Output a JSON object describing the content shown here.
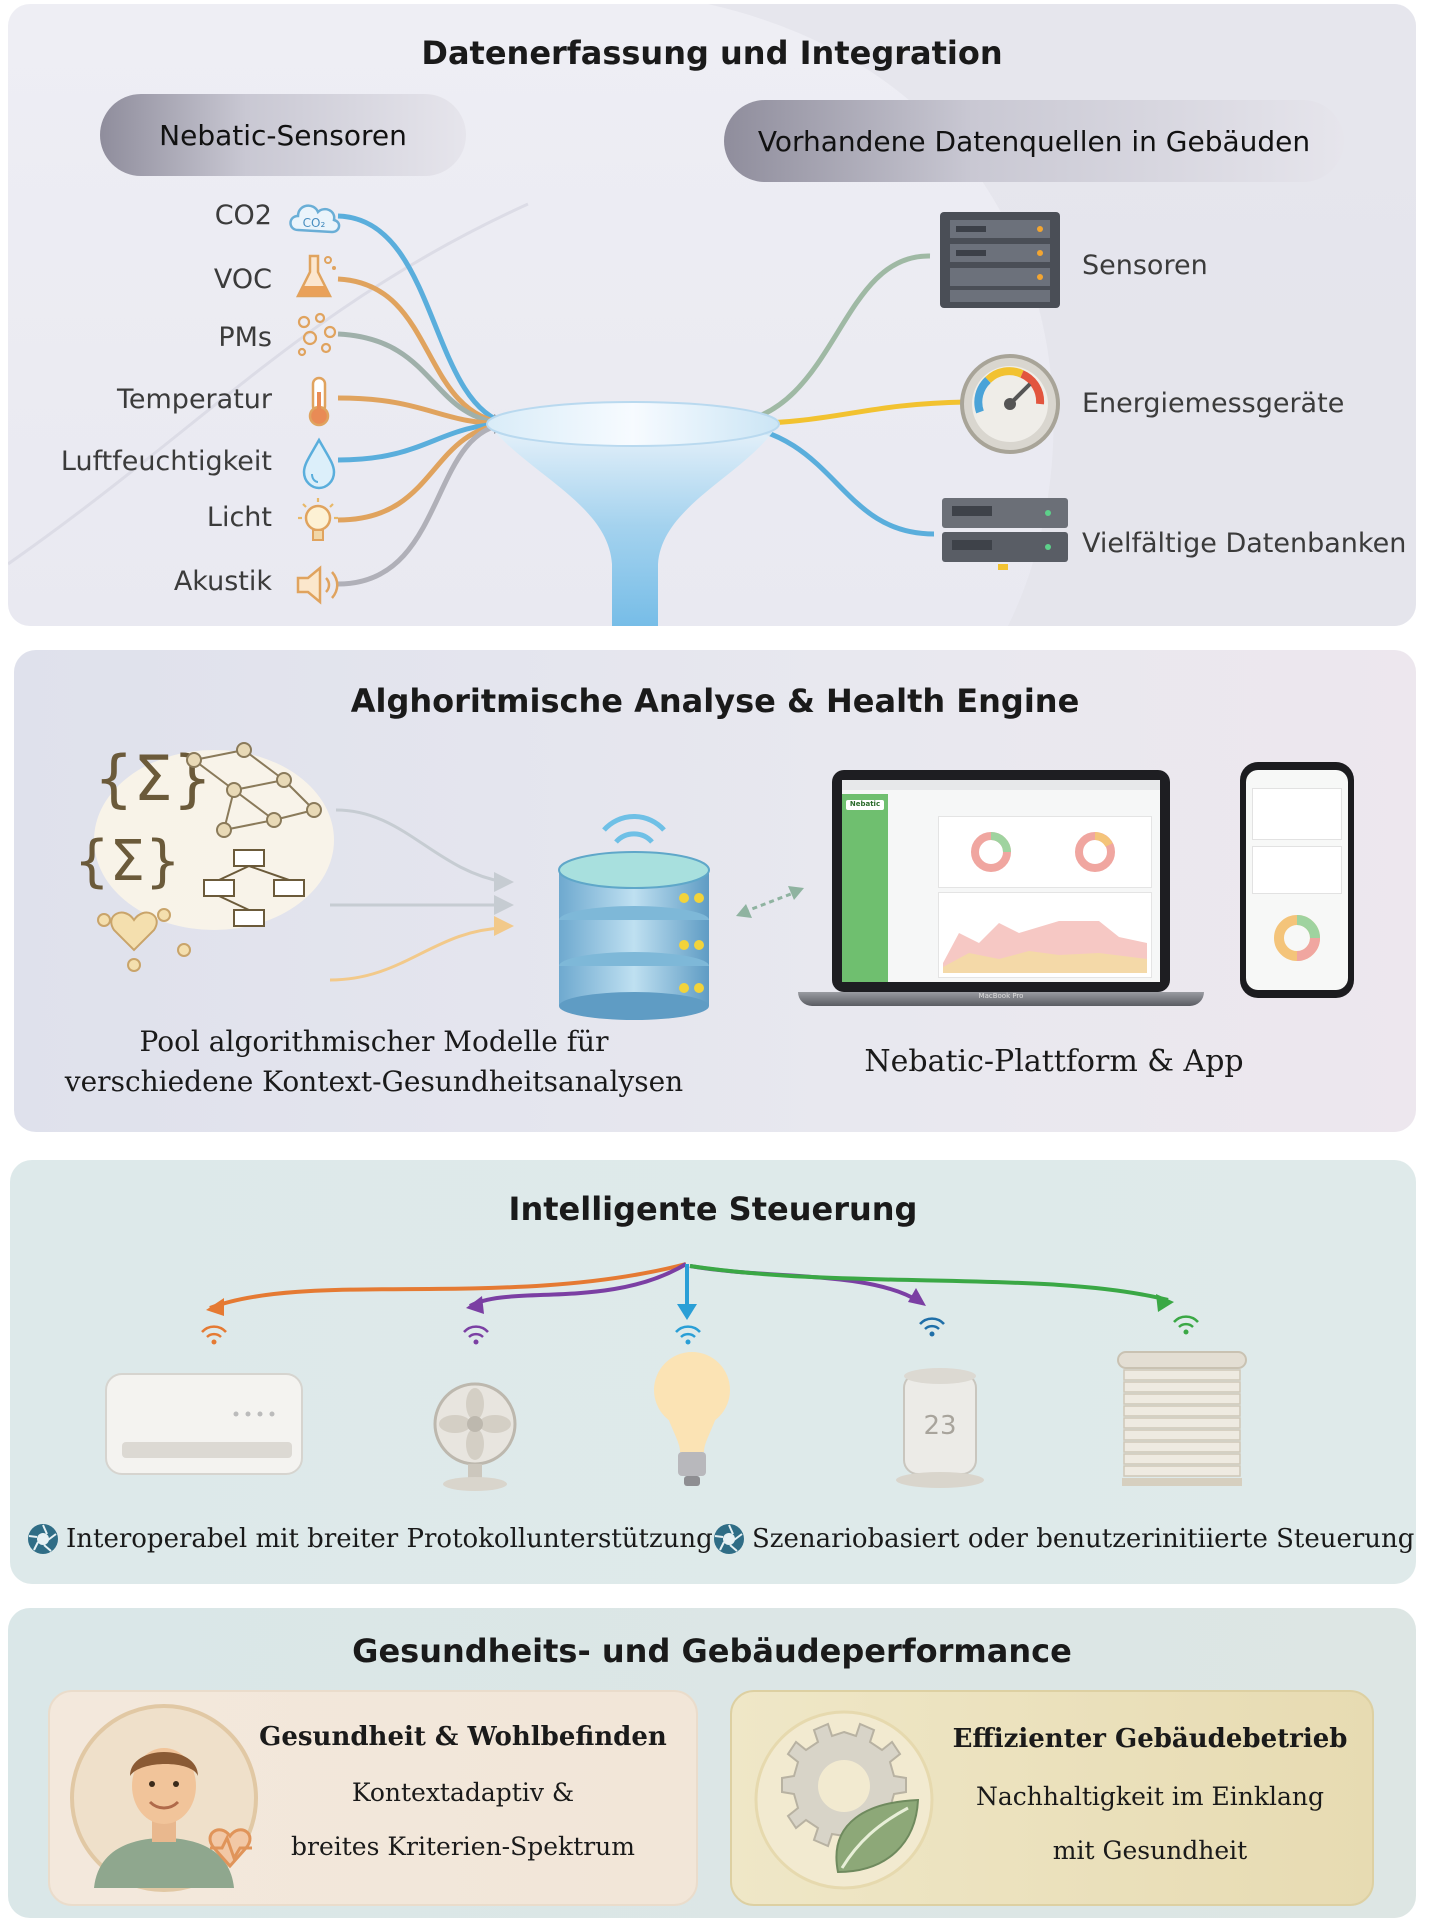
{
  "section1": {
    "title": "Datenerfassung und Integration",
    "left_pill": "Nebatic-Sensoren",
    "right_pill": "Vorhandene Datenquellen in Gebäuden",
    "sensors": [
      {
        "label": "CO2",
        "icon": "cloud-co2-icon",
        "color": "#5aaedc",
        "icon_text": "CO₂"
      },
      {
        "label": "VOC",
        "icon": "flask-icon",
        "color": "#e0a35e"
      },
      {
        "label": "PMs",
        "icon": "particles-icon",
        "color": "#9fb0aa"
      },
      {
        "label": "Temperatur",
        "icon": "thermometer-icon",
        "color": "#e0a35e"
      },
      {
        "label": "Luftfeuchtigkeit",
        "icon": "water-drop-icon",
        "color": "#5aaedc"
      },
      {
        "label": "Licht",
        "icon": "lightbulb-icon",
        "color": "#e0a35e"
      },
      {
        "label": "Akustik",
        "icon": "speaker-icon",
        "color": "#b0b0b8"
      }
    ],
    "sources": [
      {
        "label": "Sensoren",
        "icon": "server-rack-icon",
        "color": "#9fb9a4"
      },
      {
        "label": "Energiemessgeräte",
        "icon": "energy-meter-icon",
        "color": "#f2c230"
      },
      {
        "label": "Vielfältige Datenbanken",
        "icon": "database-rack-icon",
        "color": "#5aaedc"
      }
    ]
  },
  "section2": {
    "title": "Alghoritmische Analyse & Health Engine",
    "models_caption_line1": "Pool algorithmischer Modelle für",
    "models_caption_line2": "verschiedene Kontext-Gesundheitsanalysen",
    "platform_caption": "Nebatic-Plattform & App",
    "laptop_brand": "Nebatic",
    "laptop_footer": "MacBook Pro"
  },
  "section3": {
    "title": "Intelligente Steuerung",
    "devices": [
      {
        "name": "air-conditioner",
        "color": "#e57a33"
      },
      {
        "name": "fan",
        "color": "#7b3fa3"
      },
      {
        "name": "light-bulb",
        "color": "#2a9fd6"
      },
      {
        "name": "thermostat",
        "color": "#1f6fa8",
        "display": "23"
      },
      {
        "name": "window-blind",
        "color": "#3aa845"
      }
    ],
    "feature_left": "Interoperabel mit breiter Protokollunterstützung",
    "feature_right": "Szenariobasiert oder benutzerinitiierte Steuerung"
  },
  "section4": {
    "title": "Gesundheits- und Gebäudeperformance",
    "card_left": {
      "title": "Gesundheit & Wohlbefinden",
      "line1": "Kontextadaptiv &",
      "line2": "breites Kriterien-Spektrum"
    },
    "card_right": {
      "title": "Effizienter Gebäudebetrieb",
      "line1": "Nachhaltigkeit im Einklang",
      "line2": "mit Gesundheit"
    }
  }
}
